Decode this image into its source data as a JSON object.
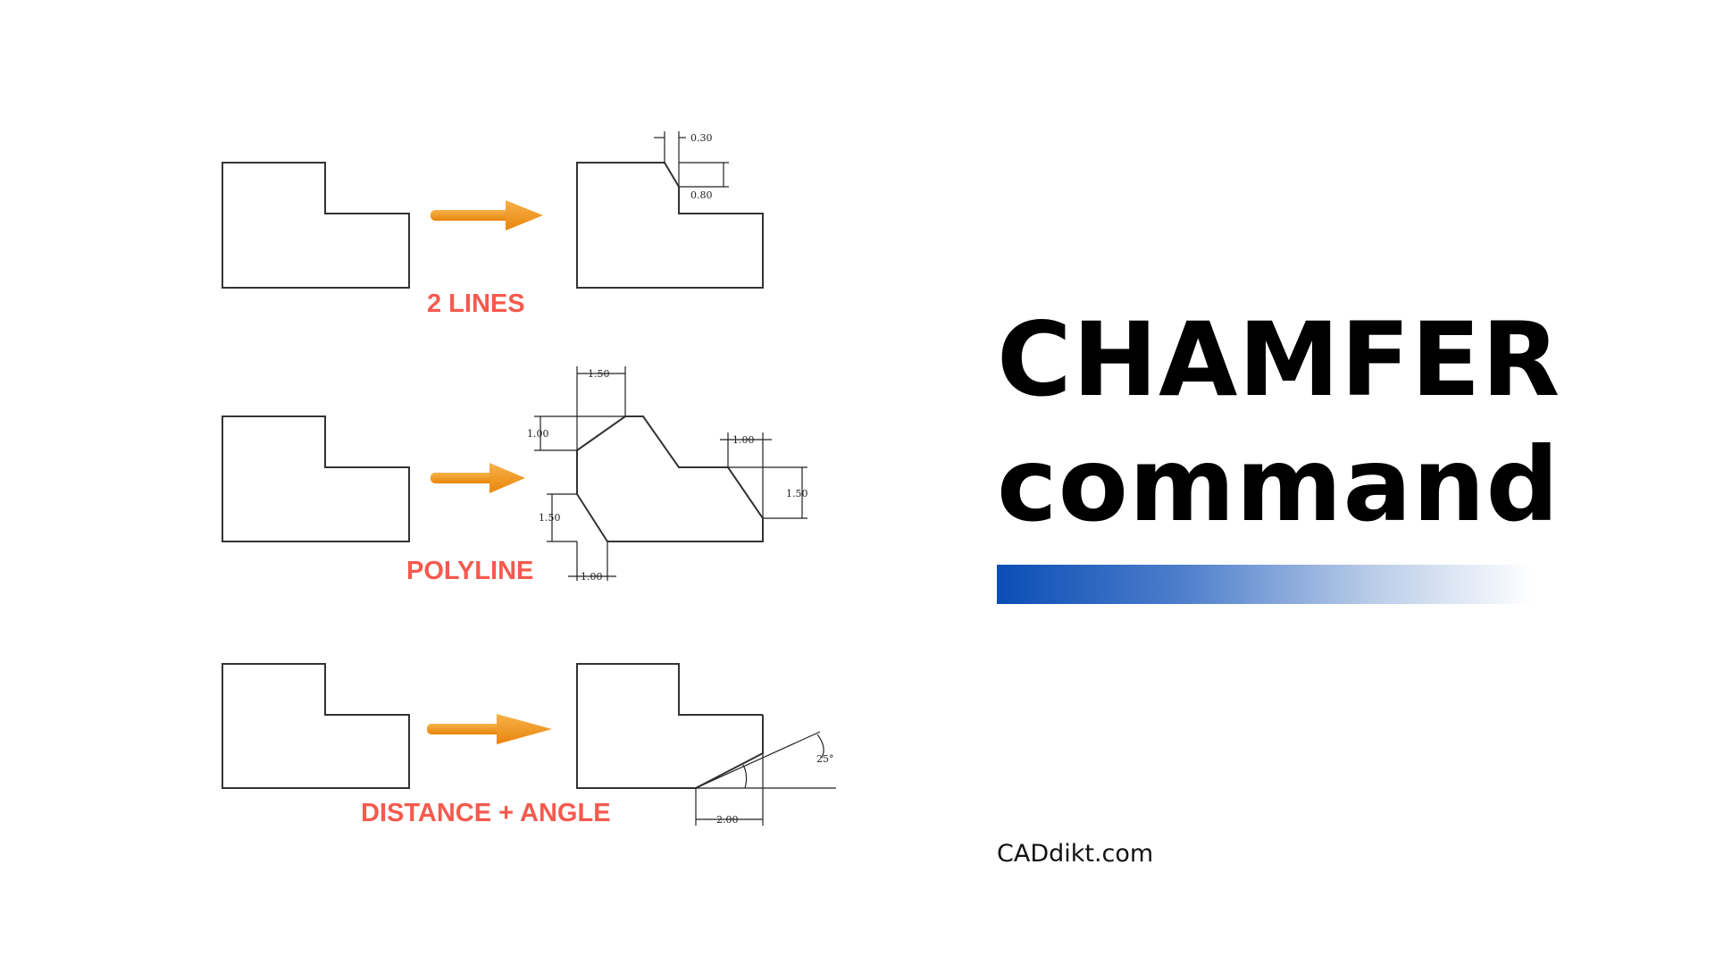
{
  "title": {
    "line1": "CHAMFER",
    "line2": "command"
  },
  "site": "CADdikt.com",
  "colors": {
    "arrow": "#f39a1c",
    "caption": "#f55a4e",
    "accent_bar_start": "#0a4db5",
    "accent_bar_end": "#ffffff"
  },
  "examples": [
    {
      "caption": "2 LINES",
      "dimensions": [
        "0.30",
        "0.80"
      ]
    },
    {
      "caption": "POLYLINE",
      "dimensions": [
        "1.50",
        "1.00",
        "1.50",
        "1.00",
        "1.00",
        "1.50"
      ]
    },
    {
      "caption": "DISTANCE + ANGLE",
      "dimensions": [
        "25°",
        "2.00"
      ]
    }
  ]
}
